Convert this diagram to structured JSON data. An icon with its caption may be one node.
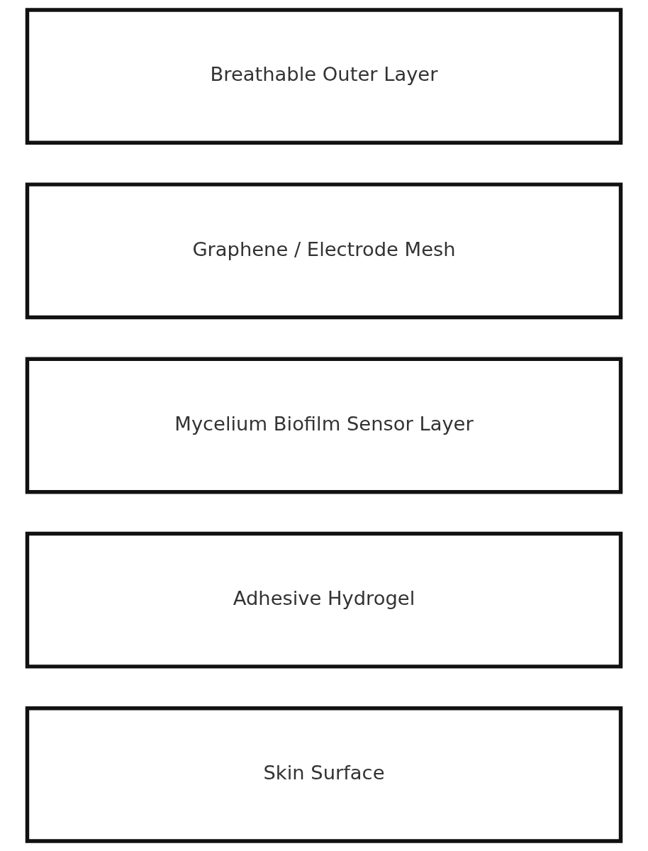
{
  "diagram": {
    "nodes": [
      {
        "text": [
          "Breathable Outer Layer"
        ]
      },
      {
        "text": [
          "Graphene / Electrode Mesh"
        ]
      },
      {
        "text": [
          "Mycelium Biofilm Sensor Layer"
        ]
      },
      {
        "text": [
          "Adhesive Hydrogel"
        ]
      },
      {
        "text": [
          "Skin Surface"
        ]
      }
    ]
  }
}
